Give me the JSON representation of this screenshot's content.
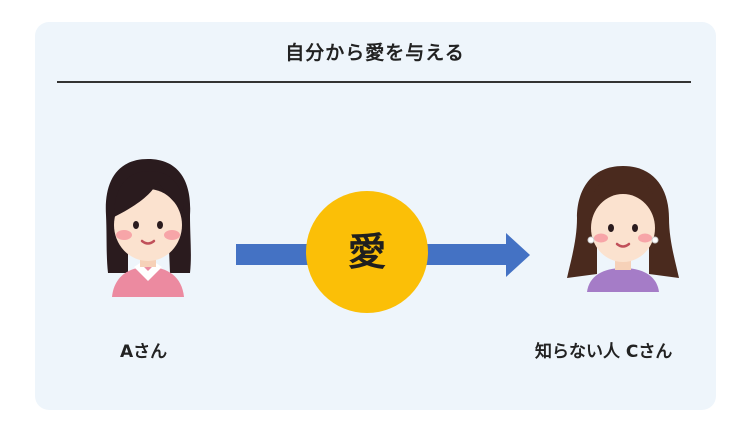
{
  "title": "自分から愛を与える",
  "center_label": "愛",
  "person_a": {
    "label": "Aさん"
  },
  "person_c": {
    "label": "知らない人 Cさん"
  },
  "colors": {
    "card_background": "#eef5fb",
    "arrow": "#4472c4",
    "circle": "#fbbf07"
  },
  "icons": {
    "person_a": "woman-pink-shirt-illustration",
    "person_c": "woman-purple-shirt-illustration",
    "arrow": "right-arrow"
  }
}
